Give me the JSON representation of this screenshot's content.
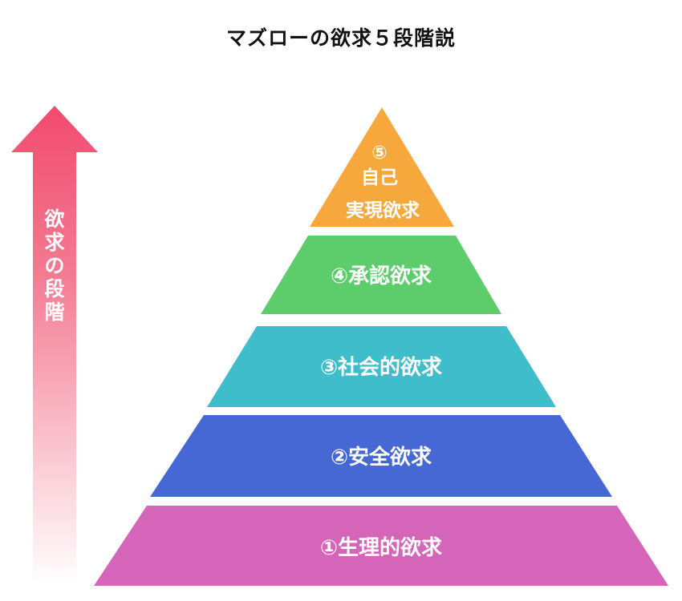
{
  "title": "マズローの欲求５段階説",
  "arrow": {
    "label": "欲求の段階",
    "color_top": "#f24a6f",
    "color_bottom": "#ffffff"
  },
  "tiers": [
    {
      "number": "⑤",
      "lines": [
        "自己",
        "実現欲求"
      ],
      "color": "#f6a83c"
    },
    {
      "number": "④",
      "lines": [
        "承認欲求"
      ],
      "color": "#5dcd6b"
    },
    {
      "number": "③",
      "lines": [
        "社会的欲求"
      ],
      "color": "#40bdcb"
    },
    {
      "number": "②",
      "lines": [
        "安全欲求"
      ],
      "color": "#4568d4"
    },
    {
      "number": "①",
      "lines": [
        "生理的欲求"
      ],
      "color": "#d465b9"
    }
  ]
}
